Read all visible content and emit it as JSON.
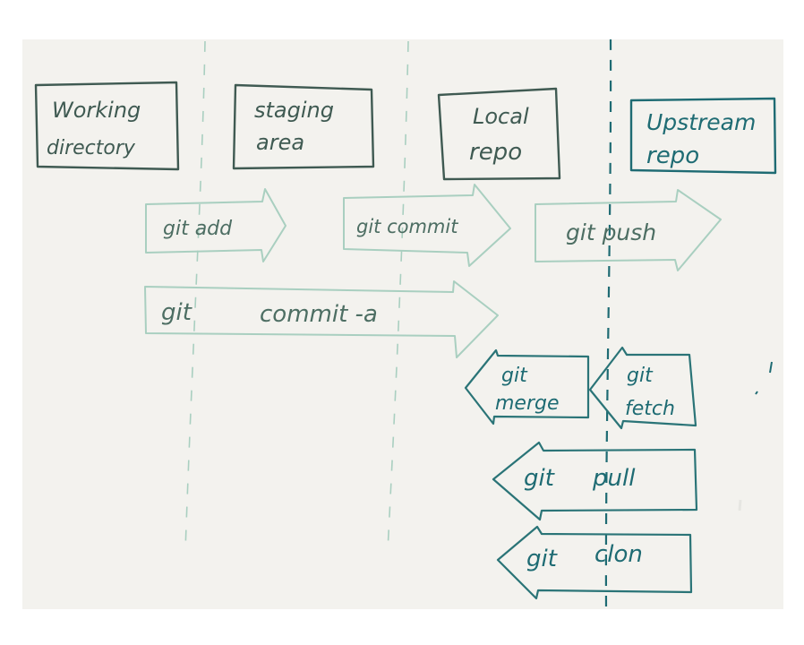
{
  "colors": {
    "paper": "#f3f2ee",
    "box_stroke": "#3f5a52",
    "upstream_stroke": "#1e6b73",
    "forward_arrow": "#a9cfc0",
    "backward_arrow": "#2a7477",
    "divider_light": "#a9cfc0",
    "divider_dark": "#1e6b73",
    "text_dark": "#3f5a52",
    "text_light": "#4d6e63",
    "text_teal": "#1e6b73"
  },
  "areas": {
    "working": {
      "line1": "Working",
      "line2": "directory"
    },
    "staging": {
      "line1": "staging",
      "line2": "area"
    },
    "local": {
      "line1": "Local",
      "line2": "repo"
    },
    "upstream": {
      "line1": "Upstream",
      "line2": "repo"
    }
  },
  "commands": {
    "add": "git add",
    "commit": "git commit",
    "push": "git push",
    "commit_a": {
      "part1": "git",
      "part2": "commit -a"
    },
    "merge": {
      "line1": "git",
      "line2": "merge"
    },
    "fetch": {
      "line1": "git",
      "line2": "fetch"
    },
    "pull": {
      "part1": "git",
      "part2": "pull"
    },
    "clone": {
      "part1": "git",
      "part2": "clon"
    }
  }
}
